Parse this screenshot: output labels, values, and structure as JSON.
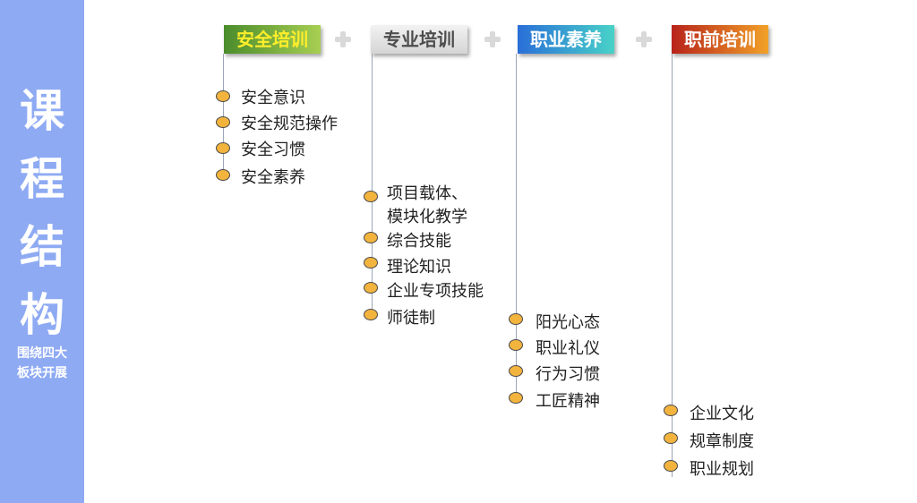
{
  "sidebar": {
    "title_chars": [
      "课",
      "程",
      "结",
      "构"
    ],
    "subtitle_line1": "围绕四大",
    "subtitle_line2": "板块开展"
  },
  "columns": [
    {
      "header": "安全培训",
      "items": [
        "安全意识",
        "安全规范操作",
        "安全习惯",
        "安全素养"
      ]
    },
    {
      "header": "专业培训",
      "items": [
        "项目载体、",
        "模块化教学",
        "综合技能",
        "理论知识",
        "企业专项技能",
        "师徒制"
      ]
    },
    {
      "header": "职业素养",
      "items": [
        "阳光心态",
        "职业礼仪",
        "行为习惯",
        "工匠精神"
      ]
    },
    {
      "header": "职前培训",
      "items": [
        "企业文化",
        "规章制度",
        "职业规划"
      ]
    }
  ]
}
